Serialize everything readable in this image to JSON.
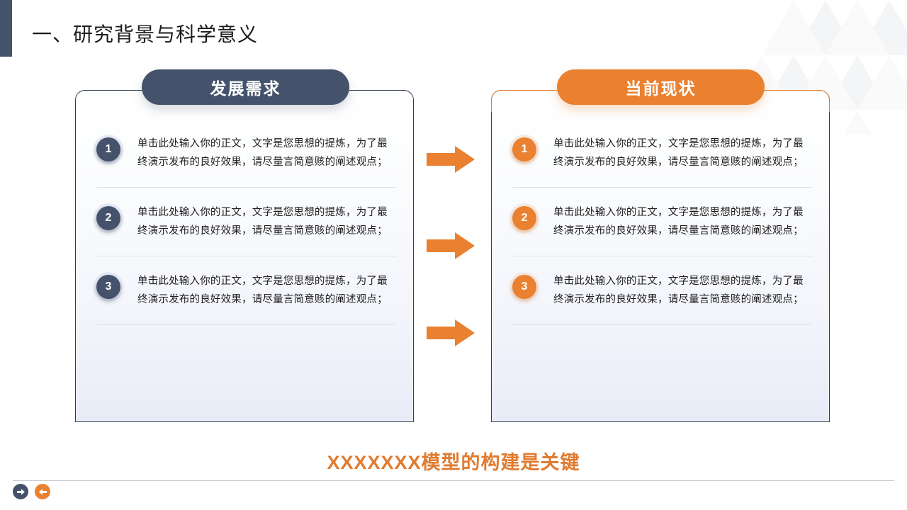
{
  "slide": {
    "title": "一、研究背景与科学意义",
    "accent_dark": "#44536b",
    "accent_orange": "#e98130",
    "caption": "XXXXXXX模型的构建是关键"
  },
  "cards": {
    "left": {
      "header": "发展需求",
      "items": [
        {
          "num": "1",
          "text": "单击此处输入你的正文，文字是您思想的提炼，为了最终演示发布的良好效果，请尽量言简意赅的阐述观点；"
        },
        {
          "num": "2",
          "text": "单击此处输入你的正文，文字是您思想的提炼，为了最终演示发布的良好效果，请尽量言简意赅的阐述观点；"
        },
        {
          "num": "3",
          "text": "单击此处输入你的正文，文字是您思想的提炼，为了最终演示发布的良好效果，请尽量言简意赅的阐述观点；"
        }
      ]
    },
    "right": {
      "header": "当前现状",
      "items": [
        {
          "num": "1",
          "text": "单击此处输入你的正文，文字是您思想的提炼，为了最终演示发布的良好效果，请尽量言简意赅的阐述观点；"
        },
        {
          "num": "2",
          "text": "单击此处输入你的正文，文字是您思想的提炼，为了最终演示发布的良好效果，请尽量言简意赅的阐述观点；"
        },
        {
          "num": "3",
          "text": "单击此处输入你的正文，文字是您思想的提炼，为了最终演示发布的良好效果，请尽量言简意赅的阐述观点；"
        }
      ]
    }
  },
  "connectors": [
    {
      "icon": "arrow-right-icon"
    },
    {
      "icon": "arrow-right-icon"
    },
    {
      "icon": "arrow-right-icon"
    }
  ],
  "footer": {
    "next_icon": "arrow-right-circle-icon",
    "prev_icon": "arrow-left-circle-icon"
  }
}
